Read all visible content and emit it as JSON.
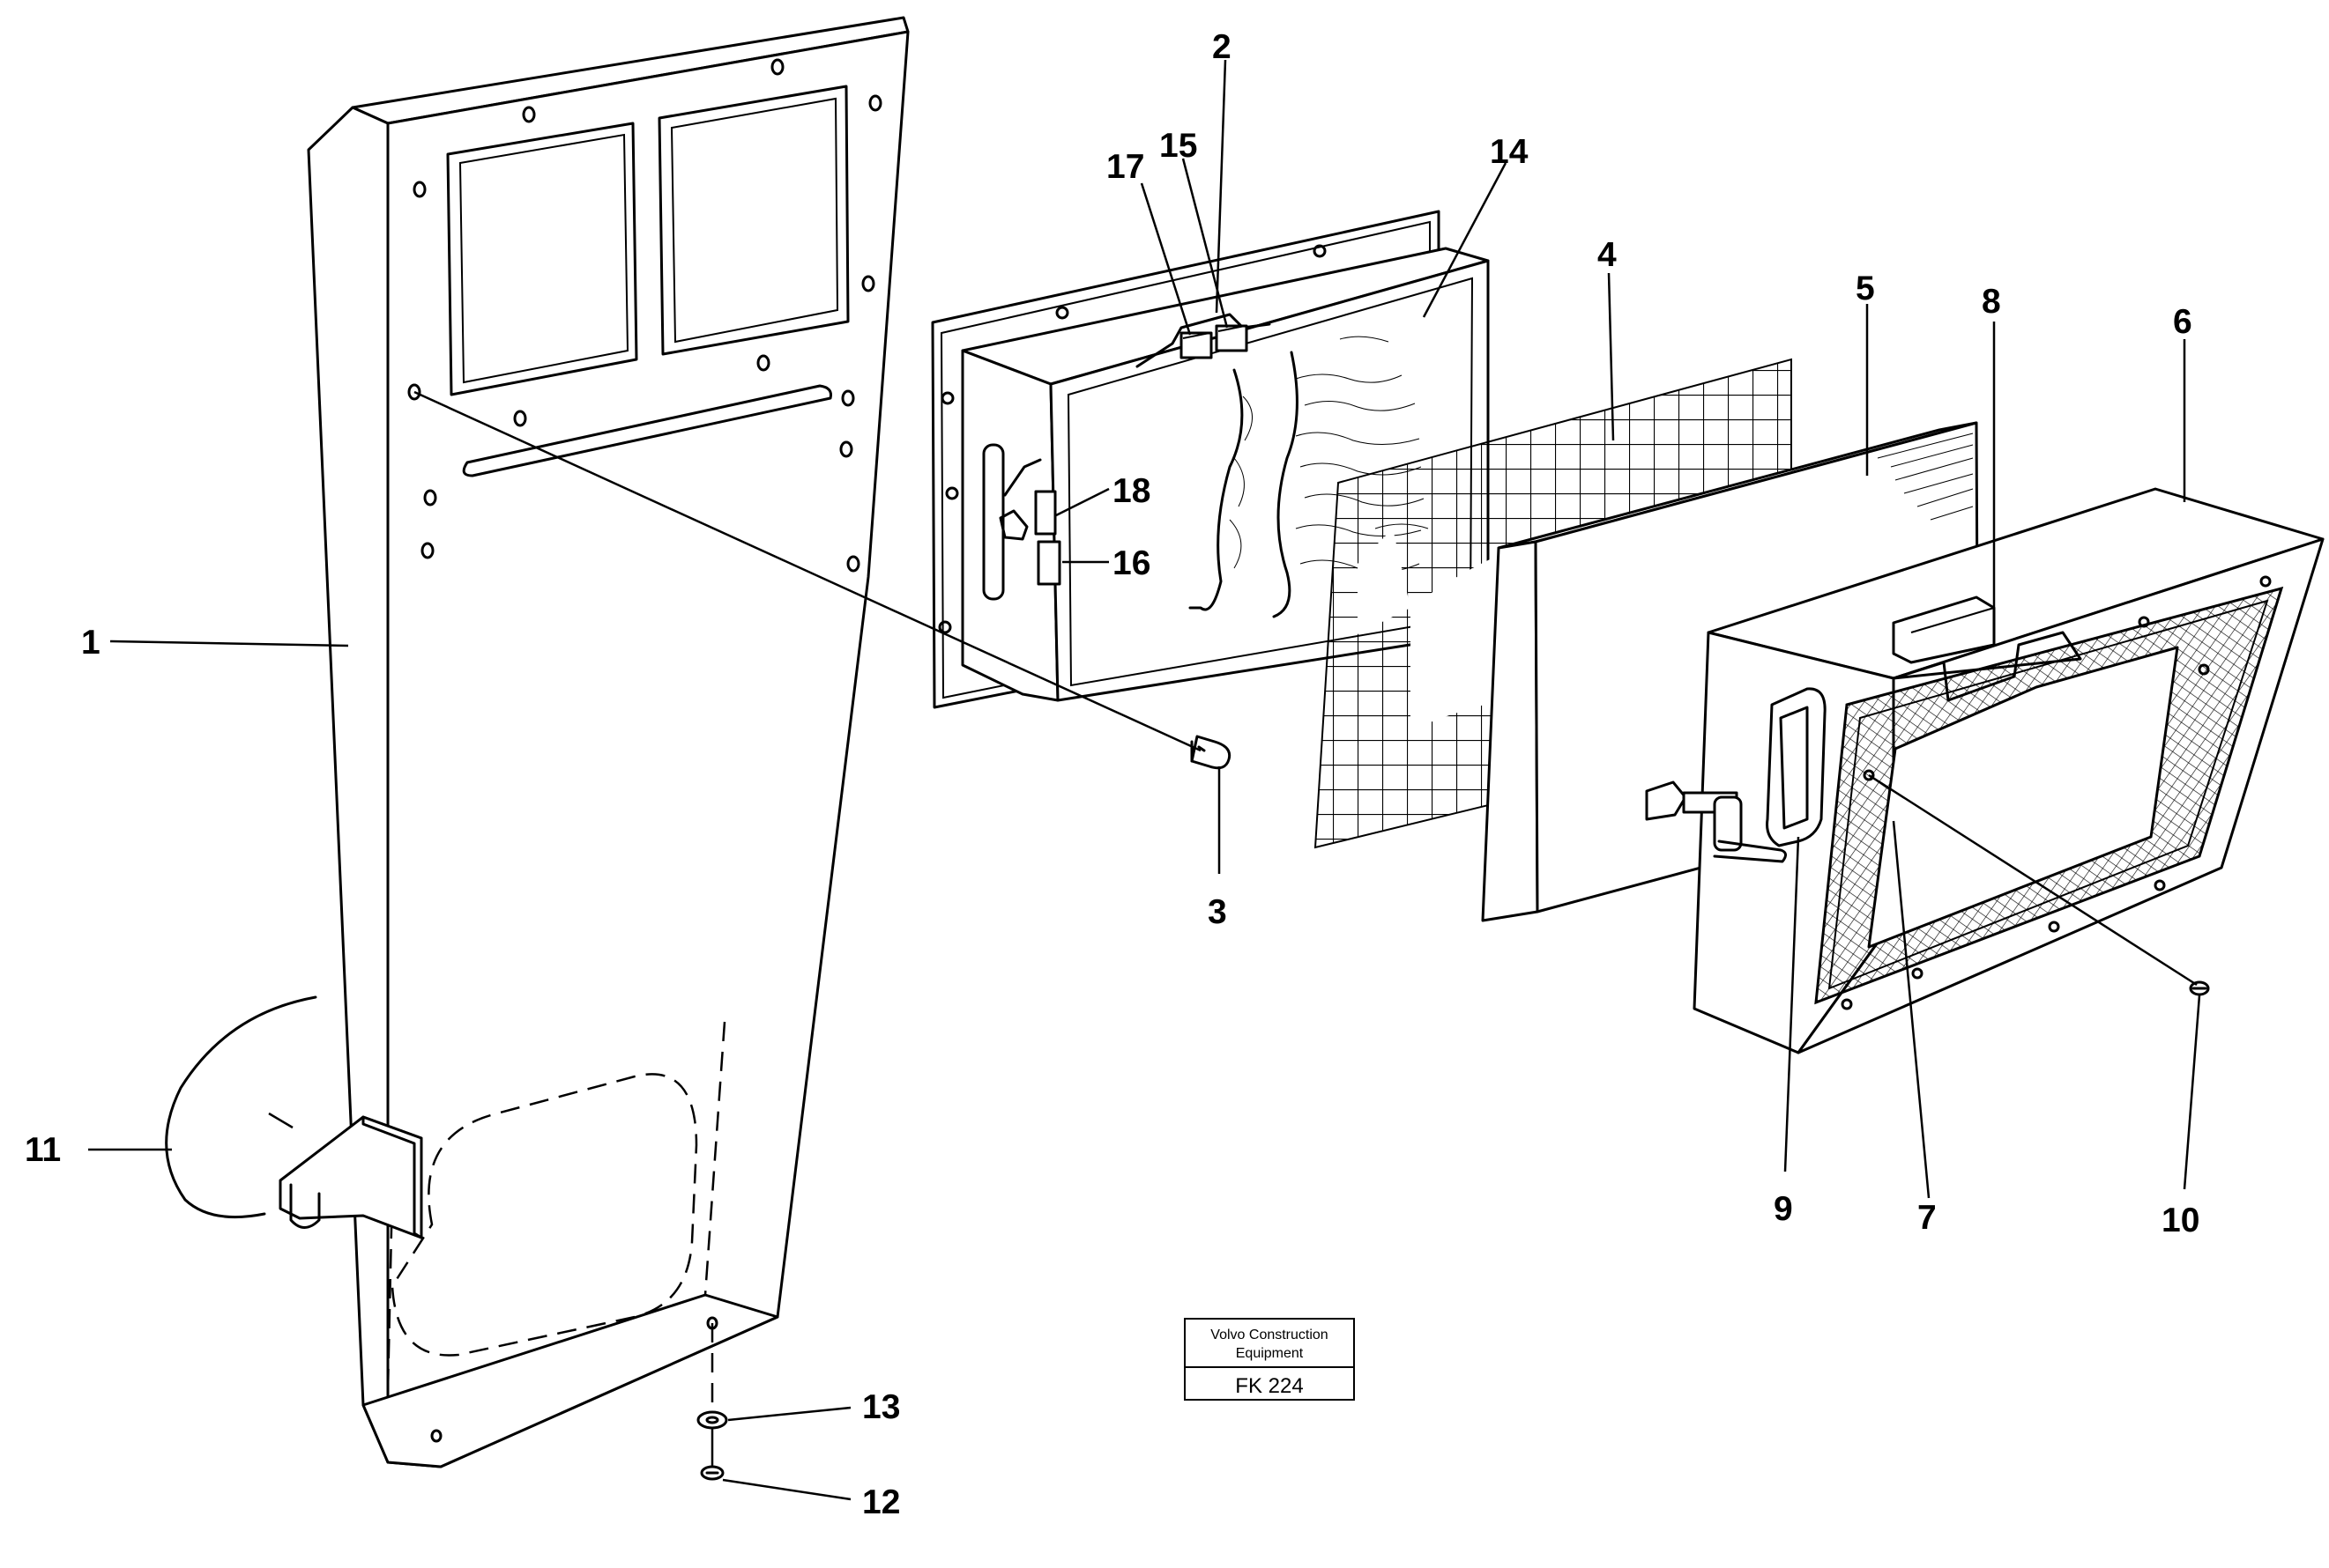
{
  "diagram": {
    "part_labels": [
      {
        "id": "p1",
        "text": "1"
      },
      {
        "id": "p2",
        "text": "2"
      },
      {
        "id": "p3",
        "text": "3"
      },
      {
        "id": "p4",
        "text": "4"
      },
      {
        "id": "p5",
        "text": "5"
      },
      {
        "id": "p6",
        "text": "6"
      },
      {
        "id": "p7",
        "text": "7"
      },
      {
        "id": "p8",
        "text": "8"
      },
      {
        "id": "p9",
        "text": "9"
      },
      {
        "id": "p10",
        "text": "10"
      },
      {
        "id": "p11",
        "text": "11"
      },
      {
        "id": "p12",
        "text": "12"
      },
      {
        "id": "p13",
        "text": "13"
      },
      {
        "id": "p14",
        "text": "14"
      },
      {
        "id": "p15",
        "text": "15"
      },
      {
        "id": "p16",
        "text": "16"
      },
      {
        "id": "p17",
        "text": "17"
      },
      {
        "id": "p18",
        "text": "18"
      }
    ],
    "stamp": {
      "line1": "Volvo Construction",
      "line2": "Equipment",
      "code": "FK 224"
    }
  }
}
